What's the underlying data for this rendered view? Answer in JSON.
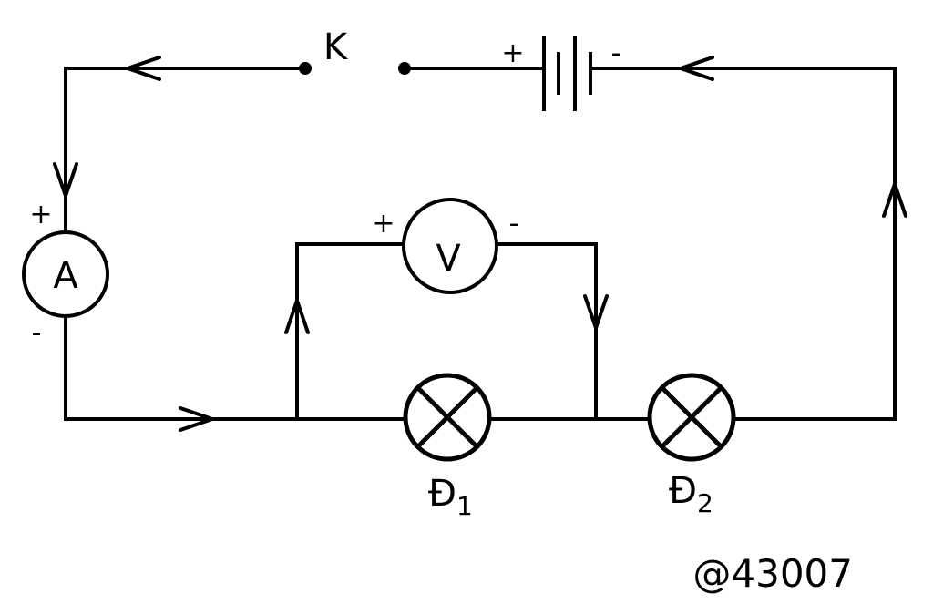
{
  "switch": {
    "label": "K"
  },
  "battery": {
    "plus": "+",
    "minus": "-"
  },
  "ammeter": {
    "symbol": "A",
    "plus": "+",
    "minus": "-"
  },
  "voltmeter": {
    "symbol": "V",
    "plus": "+",
    "minus": "-"
  },
  "lamp1": {
    "letter": "Đ",
    "index": "1"
  },
  "lamp2": {
    "letter": "Đ",
    "index": "2"
  },
  "watermark": "@43007"
}
